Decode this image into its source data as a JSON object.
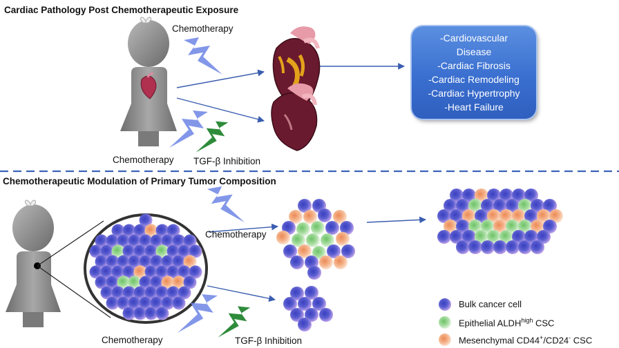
{
  "top": {
    "title": "Cardiac Pathology Post Chemotherapeutic Exposure",
    "label_chemo_top": "Chemotherapy",
    "label_chemo_bottom": "Chemotherapy",
    "label_tgf": "TGF-β Inhibition",
    "outcomes": [
      "-Cardiovascular",
      "Disease",
      "-Cardiac Fibrosis",
      "-Cardiac Remodeling",
      "-Cardiac Hypertrophy",
      "-Heart Failure"
    ]
  },
  "bottom": {
    "title": "Chemotherapeutic Modulation of Primary Tumor Composition",
    "label_chemo_mid": "Chemotherapy",
    "label_chemo_bottom": "Chemotherapy",
    "label_tgf": "TGF-β Inhibition"
  },
  "legend": {
    "bulk": "Bulk cancer cell",
    "epithelial_prefix": "Epithelial ALDH",
    "epithelial_sup": "high",
    "epithelial_suffix": " CSC",
    "mesenchymal_prefix": "Mesenchymal CD44",
    "mesenchymal_sup1": "+",
    "mesenchymal_mid": "/CD24",
    "mesenchymal_sup2": "-",
    "mesenchymal_suffix": " CSC"
  },
  "colors": {
    "bulk": "#4a4fc8",
    "epithelial": "#8fd08a",
    "mesenchymal": "#f0a070",
    "arrow": "#3a5db0",
    "lightning_blue": "#6e86e6",
    "lightning_green": "#2e8b3a",
    "divider": "#3a62b8"
  }
}
